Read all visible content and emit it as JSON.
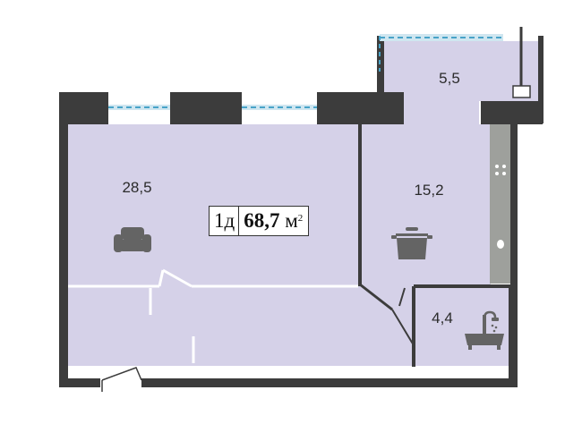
{
  "apartment": {
    "type": "1д",
    "area_value": "68,7",
    "area_unit": "м",
    "area_unit_power": "2"
  },
  "rooms": [
    {
      "id": "living",
      "area": "28,5",
      "icon": "armchair-icon"
    },
    {
      "id": "kitchen",
      "area": "15,2",
      "icon": "cooking-pot-icon"
    },
    {
      "id": "balcony",
      "area": "5,5",
      "icon": ""
    },
    {
      "id": "bathroom",
      "area": "4,4",
      "icon": "bathtub-icon"
    }
  ],
  "colors": {
    "floor": "#d5d1e8",
    "wall": "#3c3c3c",
    "window_frame": "#cfe6f0",
    "window_glass": "#48a3c8",
    "counter": "#9ea09c",
    "icon": "#646464"
  }
}
